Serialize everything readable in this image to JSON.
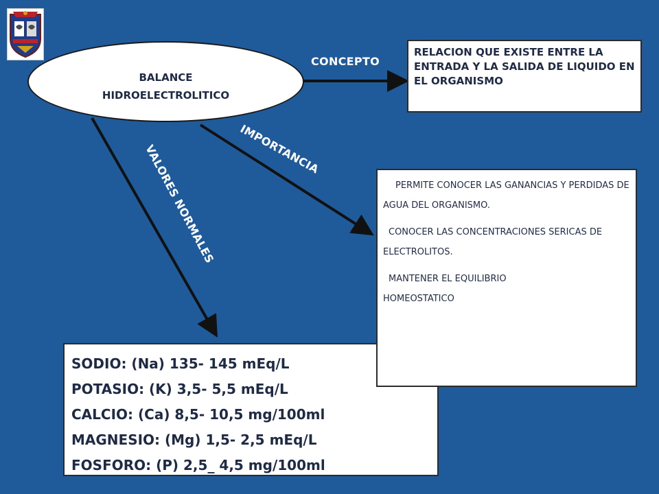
{
  "central_node": {
    "label": "BALANCE\nHIDROELECTROLITICO"
  },
  "edges": {
    "concepto": "CONCEPTO",
    "importancia": "IMPORTANCIA",
    "valores": "VALORES NORMALES"
  },
  "concepto_box": {
    "text": "RELACION QUE EXISTE ENTRE LA ENTRADA Y LA SALIDA DE LIQUIDO EN EL ORGANISMO"
  },
  "importancia_box": {
    "items": [
      "PERMITE CONOCER LAS GANANCIAS Y PERDIDAS DE AGUA DEL ORGANISMO.",
      "CONOCER LAS CONCENTRACIONES SERICAS DE ELECTROLITOS.",
      "MANTENER EL EQUILIBRIO HOMEOSTATICO"
    ]
  },
  "valores_box": {
    "rows": [
      {
        "name": "SODIO",
        "value": "(Na) 135- 145 mEq/L"
      },
      {
        "name": "POTASIO",
        "value": "(K)  3,5- 5,5 mEq/L"
      },
      {
        "name": "CALCIO",
        "value": "(Ca)  8,5- 10,5 mg/100ml"
      },
      {
        "name": "MAGNESIO",
        "value": "(Mg) 1,5- 2,5 mEq/L"
      },
      {
        "name": "FOSFORO",
        "value": "(P)  2,5_ 4,5 mg/100ml"
      }
    ]
  },
  "colors": {
    "background": "#1f5a9a",
    "box_fill": "#ffffff",
    "text": "#1f2a44",
    "arrow": "#111111"
  }
}
